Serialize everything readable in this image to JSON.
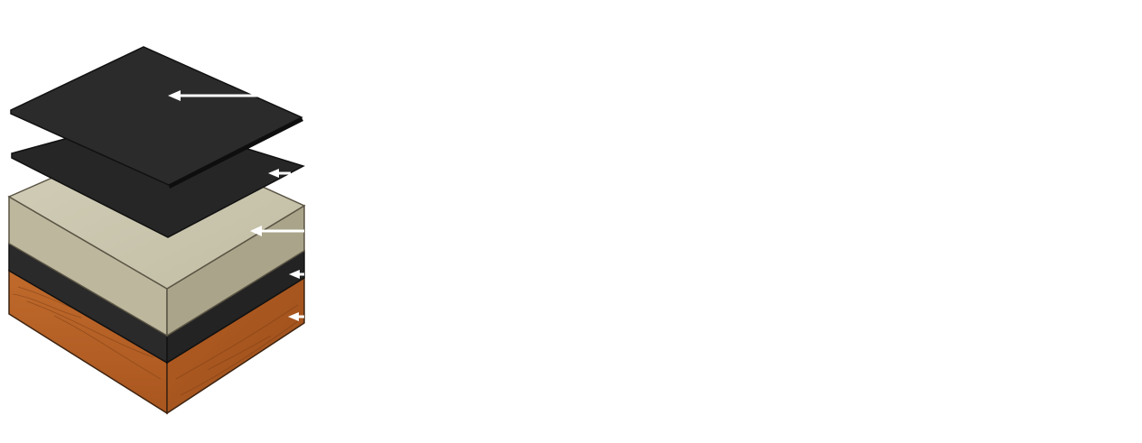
{
  "diagram": {
    "kind": "exploded roof layer stack",
    "layers": [
      {
        "id": "top-membrane",
        "color": "#2b2b2b",
        "edge": "#111111",
        "icon": "arrow-left-icon"
      },
      {
        "id": "second-membrane",
        "color": "#262626",
        "edge": "#111111",
        "icon": "arrow-left-icon"
      },
      {
        "id": "insulation-board",
        "color": "#c9c4ad",
        "side_left": "#bdb79e",
        "side_right": "#a9a388",
        "edge": "#5a5444",
        "icon": "arrow-left-icon"
      },
      {
        "id": "vapor-barrier",
        "color": "#2a2a2a",
        "edge": "#111111",
        "icon": "arrow-left-icon"
      },
      {
        "id": "wood-deck",
        "side_left": "#b8652a",
        "side_right": "#a9561f",
        "edge": "#3d2310",
        "icon": "arrow-left-icon"
      }
    ],
    "arrow_color": "#ffffff",
    "arrow_stroke": "#222222"
  }
}
